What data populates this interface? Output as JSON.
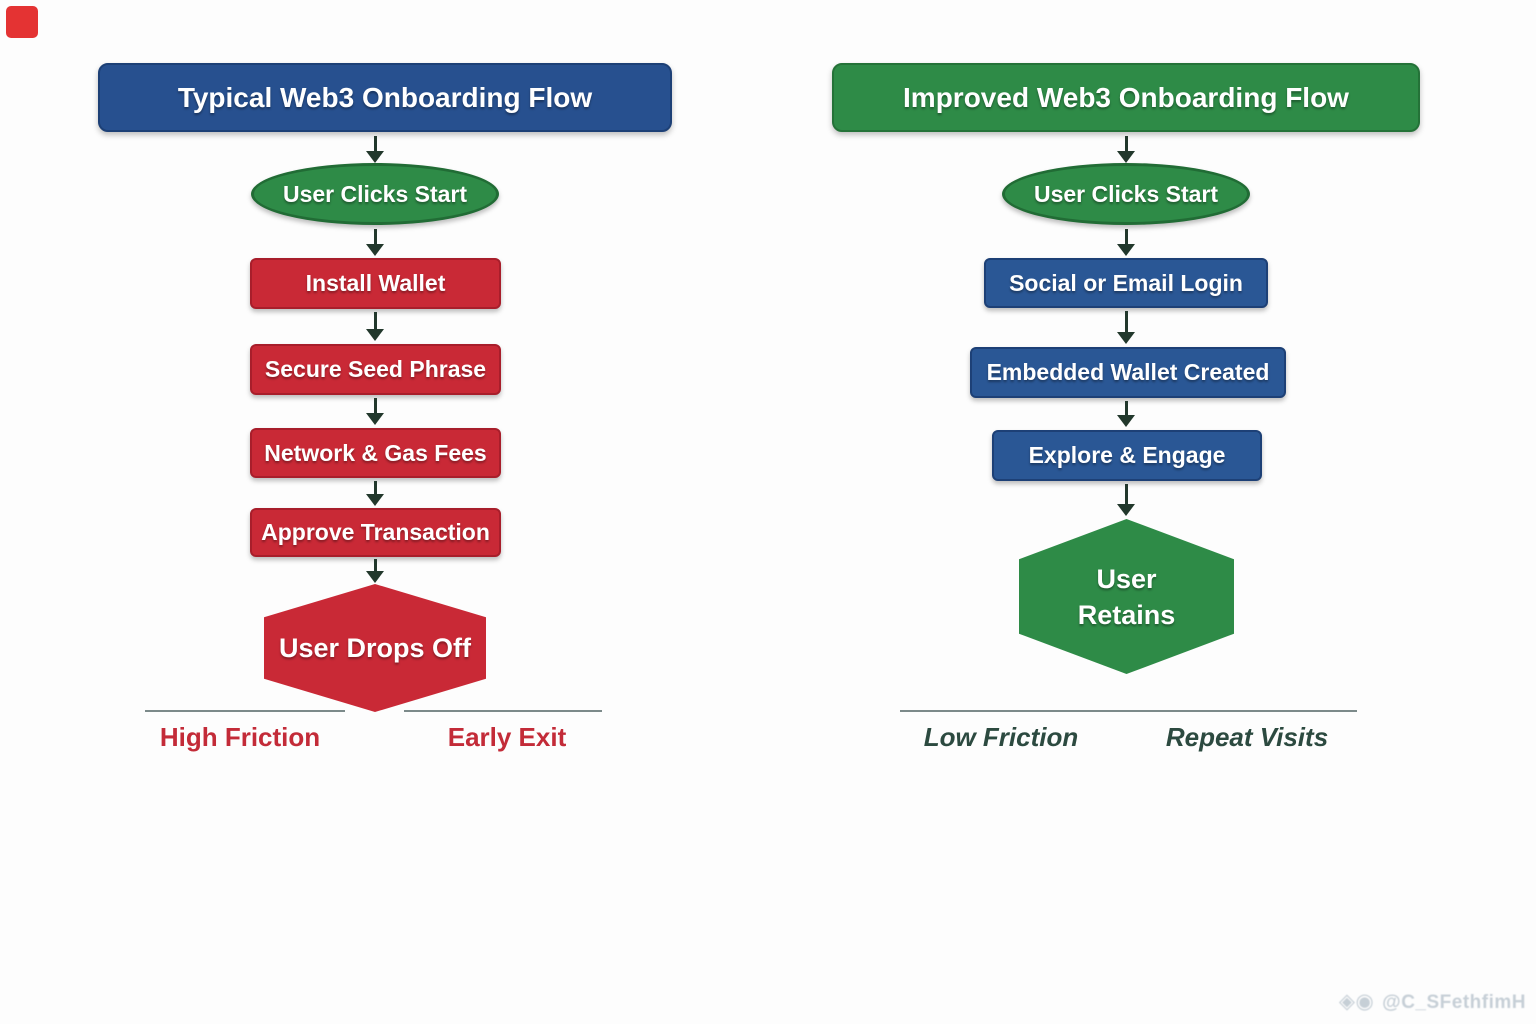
{
  "left_flow": {
    "title": "Typical Web3 Onboarding Flow",
    "start": "User Clicks Start",
    "steps": [
      "Install Wallet",
      "Secure Seed Phrase",
      "Network & Gas Fees",
      "Approve Transaction"
    ],
    "end": "User Drops Off",
    "footer_labels": [
      "High Friction",
      "Early Exit"
    ]
  },
  "right_flow": {
    "title": "Improved Web3 Onboarding Flow",
    "start": "User Clicks Start",
    "steps": [
      "Social or Email Login",
      "Embedded Wallet Created",
      "Explore & Engage"
    ],
    "end_line1": "User",
    "end_line2": "Retains",
    "footer_labels": [
      "Low Friction",
      "Repeat Visits"
    ]
  },
  "watermark": {
    "icons": "◈◉",
    "handle": "@C_SFethfimH"
  },
  "colors": {
    "header_blue": "#27508f",
    "header_green": "#2e8b47",
    "box_red": "#c92936",
    "box_blue": "#2a5795",
    "ellipse_green": "#2e8b47",
    "label_red": "#c32b38",
    "label_dark": "#2c4a40",
    "arrow": "#22382c",
    "axis_line": "#7c8a8a"
  }
}
